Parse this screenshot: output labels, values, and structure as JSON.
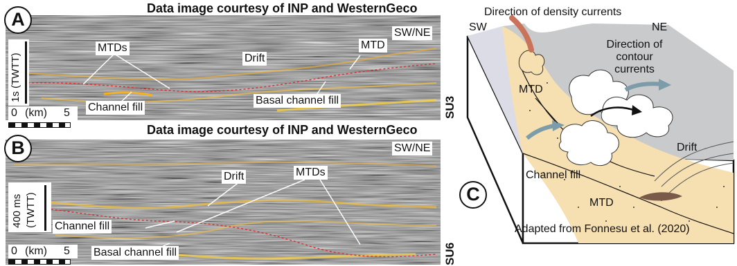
{
  "figure": {
    "panel_a": {
      "letter": "A",
      "courtesy": "Data image courtesy of INP and WesternGeco",
      "orientation": "SW/NE",
      "vertical_scale": "1s (TWTT)",
      "horizontal_scale": {
        "left": "0",
        "unit": "(km)",
        "right": "5"
      },
      "unit_label": "SU3",
      "labels": {
        "mtds": "MTDs",
        "drift": "Drift",
        "mtd": "MTD",
        "channel_fill": "Channel fill",
        "basal_channel_fill": "Basal channel fill"
      }
    },
    "panel_b": {
      "letter": "B",
      "courtesy": "Data image courtesy of INP and WesternGeco",
      "orientation": "SW/NE",
      "vertical_scale_1": "400 ms",
      "vertical_scale_2": "(TWTT)",
      "horizontal_scale": {
        "left": "0",
        "unit": "(km)",
        "right": "5"
      },
      "unit_label": "SU6",
      "labels": {
        "drift": "Drift",
        "mtds": "MTDs",
        "channel_fill": "Channel fill",
        "basal_channel_fill": "Basal channel fill"
      }
    },
    "panel_c": {
      "letter": "C",
      "density_currents": "Direction of density currents",
      "sw": "SW",
      "ne": "NE",
      "contour_currents": [
        "Direction of",
        "contour",
        "currents"
      ],
      "mtd_upper": "MTD",
      "drift": "Drift",
      "channel_fill": "Channel fill",
      "mtd_lower": "MTD",
      "credit": "Adapted from Fonnesu et al. (2020)"
    },
    "colors": {
      "sediment": "#f6dfb0",
      "seafloor": "#c9cacb",
      "slope": "#dcdce6",
      "density_arrow": "#c8735a",
      "contour_arrow": "#7d9caa",
      "horizon": "#e8a020",
      "base_line": "#e03030"
    }
  }
}
